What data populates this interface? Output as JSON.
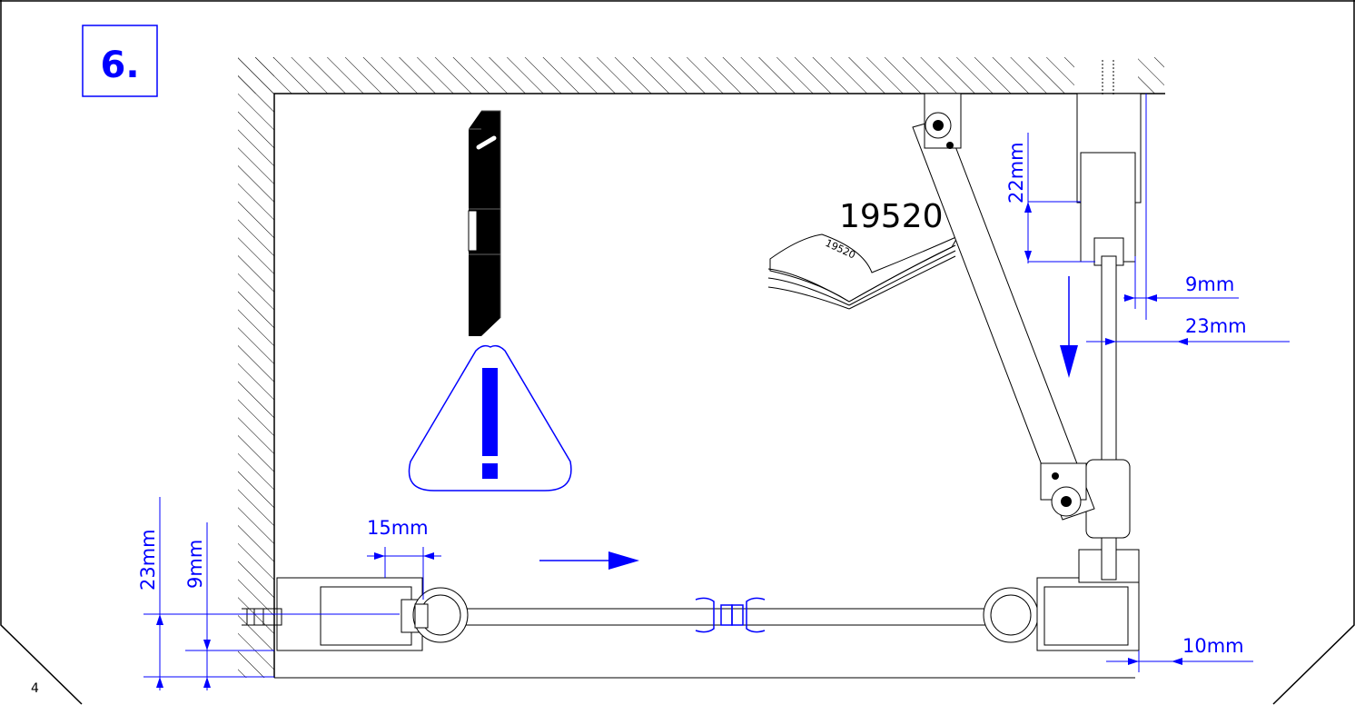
{
  "step": {
    "number": "6."
  },
  "page_number": "4",
  "reference": {
    "code": "19520",
    "book_label": "19520"
  },
  "dimensions": {
    "bottom_profile_height": "23mm",
    "bottom_profile_glass": "9mm",
    "hinge_offset": "15mm",
    "right_top_depth": "22mm",
    "right_glass_offset": "9mm",
    "right_profile_width": "23mm",
    "right_bottom_gap": "10mm"
  },
  "colors": {
    "accent": "#0000ff",
    "line": "#000000",
    "background": "#ffffff"
  },
  "icons": [
    "warning-triangle-icon",
    "manual-book-icon",
    "spirit-level-icon",
    "direction-arrow-icon"
  ]
}
